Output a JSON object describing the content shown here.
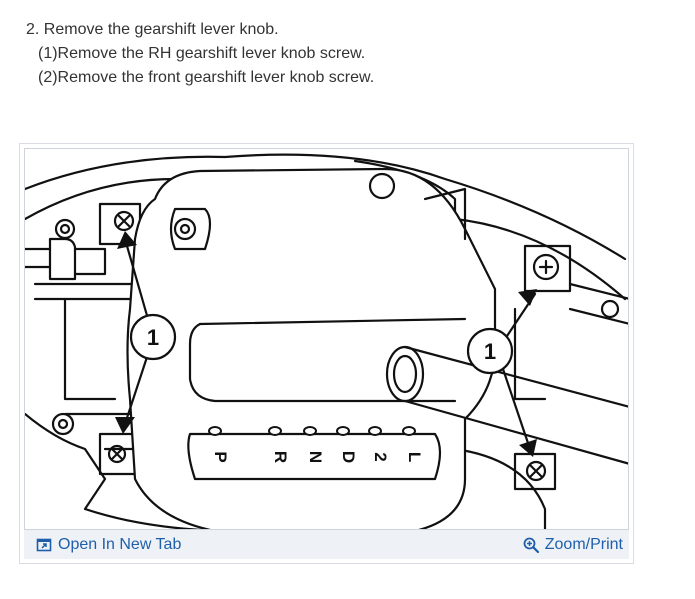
{
  "instructions": {
    "step": "2. Remove the gearshift lever knob.",
    "substeps": [
      "(1)Remove the RH gearshift lever knob screw.",
      "(2)Remove the front gearshift lever knob screw."
    ]
  },
  "figure": {
    "callouts": [
      "1",
      "1"
    ],
    "shift_pattern": [
      "P",
      "R",
      "N",
      "D",
      "2",
      "L"
    ]
  },
  "toolbar": {
    "open_label": "Open In New Tab",
    "open_icon": "open-in-new-tab-icon",
    "zoom_label": "Zoom/Print",
    "zoom_icon": "zoom-in-icon"
  },
  "colors": {
    "link": "#1f5fa9",
    "toolbar_bg": "#eef2f7",
    "text": "#333333"
  }
}
